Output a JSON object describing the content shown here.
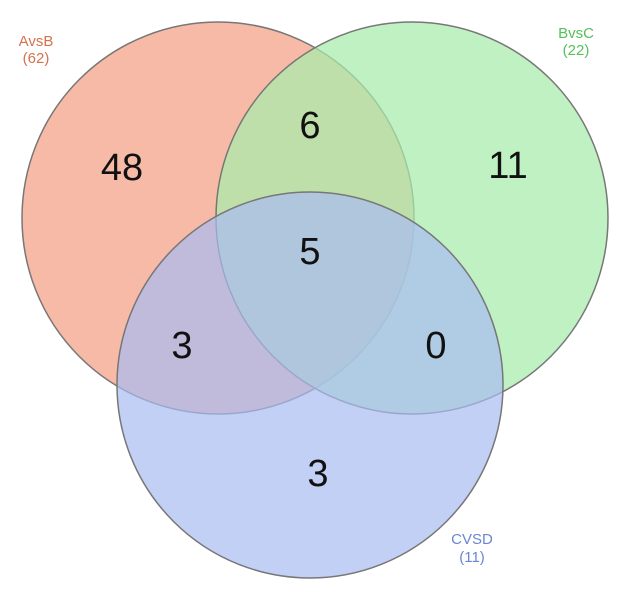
{
  "diagram": {
    "type": "venn3",
    "sets": [
      {
        "id": "a",
        "name": "AvsB",
        "size": "(62)",
        "color": "#f08a6c"
      },
      {
        "id": "b",
        "name": "BvsC",
        "size": "(22)",
        "color": "#7ad87a"
      },
      {
        "id": "c",
        "name": "CVSD",
        "size": "(11)",
        "color": "#8aa2f0"
      }
    ],
    "regions": {
      "a_only": "48",
      "b_only": "11",
      "c_only": "3",
      "ab": "6",
      "ac": "3",
      "bc": "0",
      "abc": "5"
    }
  }
}
